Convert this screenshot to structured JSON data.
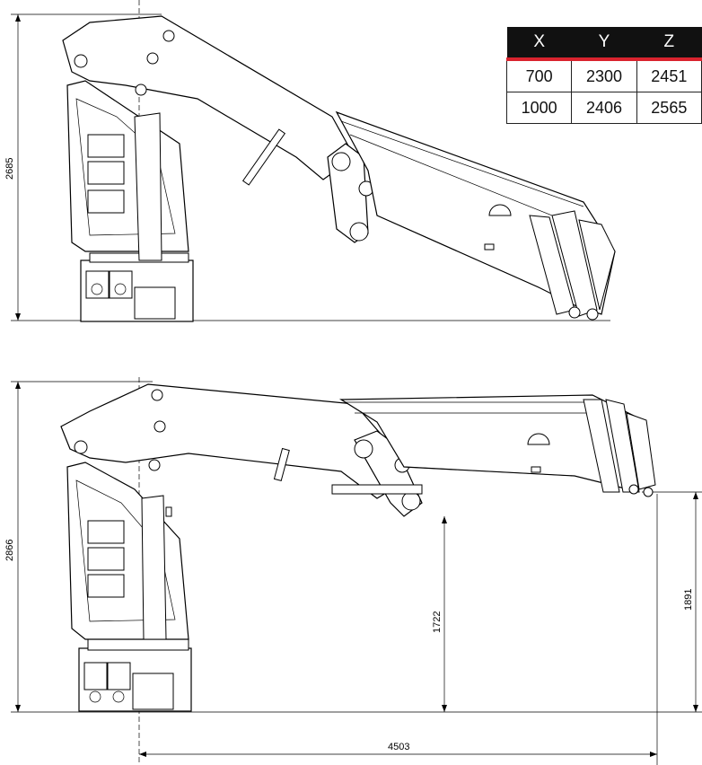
{
  "table": {
    "headers": [
      "X",
      "Y",
      "Z"
    ],
    "rows": [
      [
        "700",
        "2300",
        "2451"
      ],
      [
        "1000",
        "2406",
        "2565"
      ]
    ]
  },
  "top_view": {
    "height_dim": "2685"
  },
  "bottom_view": {
    "height_dim": "2866",
    "mid_dim": "1722",
    "right_dim": "1891",
    "reach_dim": "4503"
  },
  "colors": {
    "header_bg": "#111111",
    "accent": "#d9232e"
  }
}
